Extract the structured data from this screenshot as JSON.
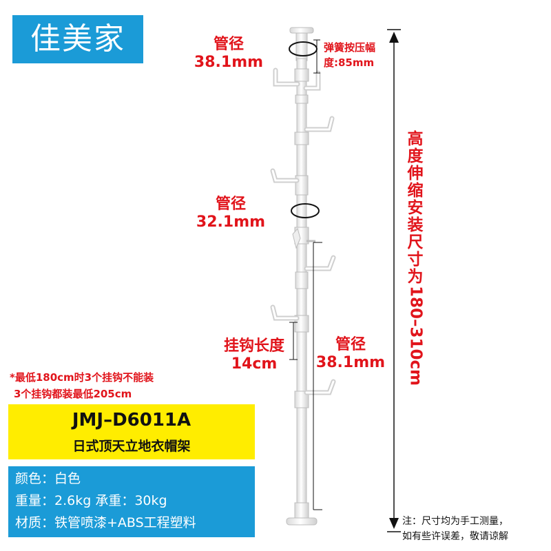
{
  "brand": "佳美家",
  "labels": {
    "top_pipe_title": "管径",
    "top_pipe_value": "38.1mm",
    "spring_line1": "弹簧按压幅",
    "spring_line2": "度:85mm",
    "mid_pipe_title": "管径",
    "mid_pipe_value": "32.1mm",
    "hook_title": "挂钩长度",
    "hook_value": "14cm",
    "low_pipe_title": "管径",
    "low_pipe_value": "38.1mm"
  },
  "height_label": {
    "chars": [
      "高",
      "度",
      "伸",
      "缩",
      "安",
      "装",
      "尺",
      "寸",
      "为"
    ],
    "range": "180–310cm"
  },
  "warning": {
    "line1": "*最低180cm时3个挂钩不能装",
    "line2": "3个挂钩都装最低205cm"
  },
  "product": {
    "model": "JMJ–D6011A",
    "name": "日式顶天立地衣帽架"
  },
  "specs": {
    "color": "颜色：白色",
    "weight": "重量：2.6kg  承重：30kg",
    "material": "材质：铁管喷漆+ABS工程塑料"
  },
  "note": {
    "line1": "注：尺寸均为手工测量，",
    "line2": "如有些许误差，敬请谅解"
  },
  "colors": {
    "brand_blue": "#1b9bd7",
    "highlight_yellow": "#ffed00",
    "label_red": "#e1141b"
  }
}
